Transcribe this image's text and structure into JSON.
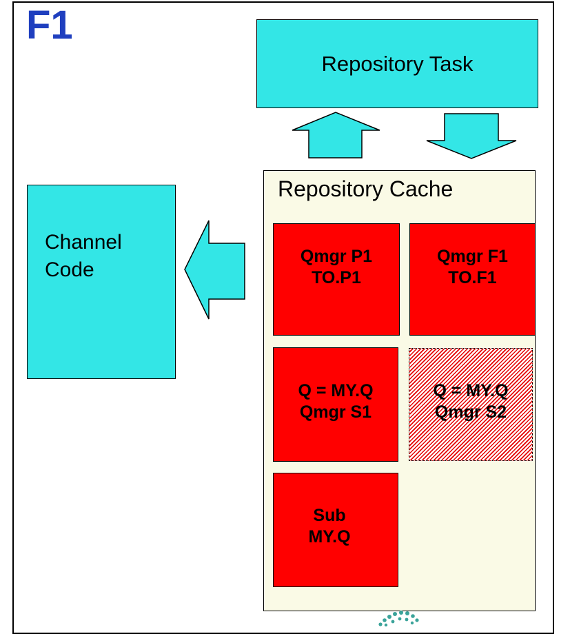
{
  "title": "F1",
  "repository_task": {
    "label": "Repository Task"
  },
  "channel_code": {
    "label": "Channel\nCode"
  },
  "repository_cache": {
    "label": "Repository Cache",
    "entries": [
      {
        "line1": "Qmgr P1",
        "line2": "TO.P1",
        "style": "solid"
      },
      {
        "line1": "Qmgr F1",
        "line2": "TO.F1",
        "style": "solid"
      },
      {
        "line1": "Q = MY.Q",
        "line2": "Qmgr S1",
        "style": "solid"
      },
      {
        "line1": "Q = MY.Q",
        "line2": "Qmgr S2",
        "style": "hatched"
      },
      {
        "line1": "Sub",
        "line2": "MY.Q",
        "style": "solid"
      }
    ]
  },
  "colors": {
    "title": "#1f3fbf",
    "component_fill": "#33e6e6",
    "cache_fill": "#fafae6",
    "record_fill": "#ff0000"
  },
  "icons": {
    "arrow_up": "arrow-up-icon",
    "arrow_down": "arrow-down-icon",
    "arrow_left": "arrow-left-icon",
    "logo": "logo-dots-icon"
  }
}
